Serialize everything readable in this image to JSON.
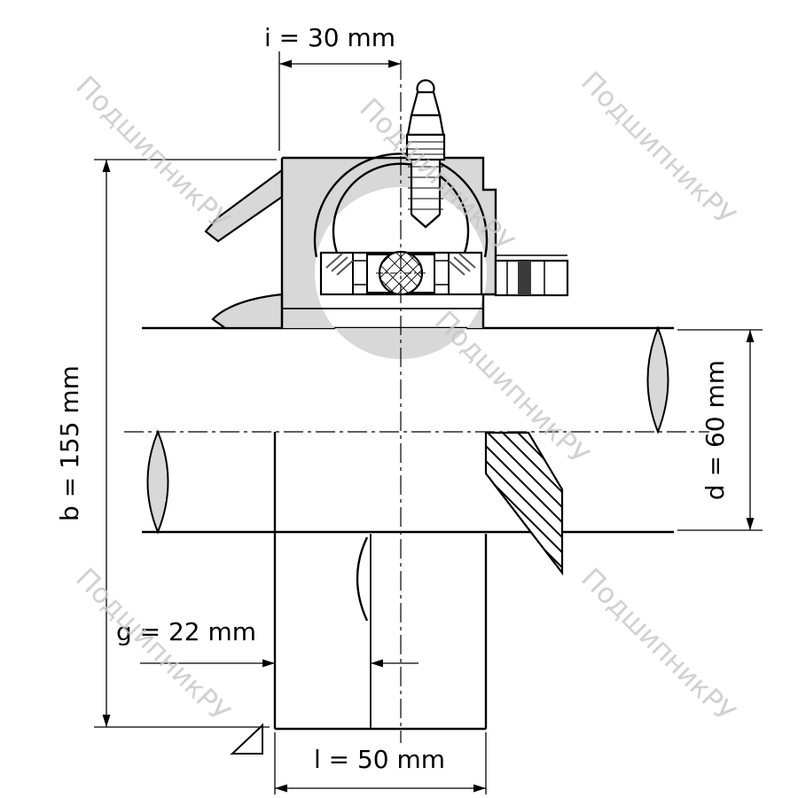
{
  "watermark": {
    "text": "ПодшипникРУ",
    "color": "#c6c6c6"
  },
  "drawing": {
    "type": "flanged-bearing-unit-dimensional-drawing",
    "section_fill": "#d8d8d8",
    "line_color": "#000000"
  },
  "dimensions": {
    "i": {
      "label": "i = 30 mm",
      "parameter": "i",
      "value": "30",
      "unit": "mm"
    },
    "b": {
      "label": "b = 155 mm",
      "parameter": "b",
      "value": "155",
      "unit": "mm"
    },
    "d": {
      "label": "d = 60 mm",
      "parameter": "d",
      "value": "60",
      "unit": "mm"
    },
    "g": {
      "label": "g = 22 mm",
      "parameter": "g",
      "value": "22",
      "unit": "mm"
    },
    "l": {
      "label": "l = 50 mm",
      "parameter": "l",
      "value": "50",
      "unit": "mm"
    }
  }
}
